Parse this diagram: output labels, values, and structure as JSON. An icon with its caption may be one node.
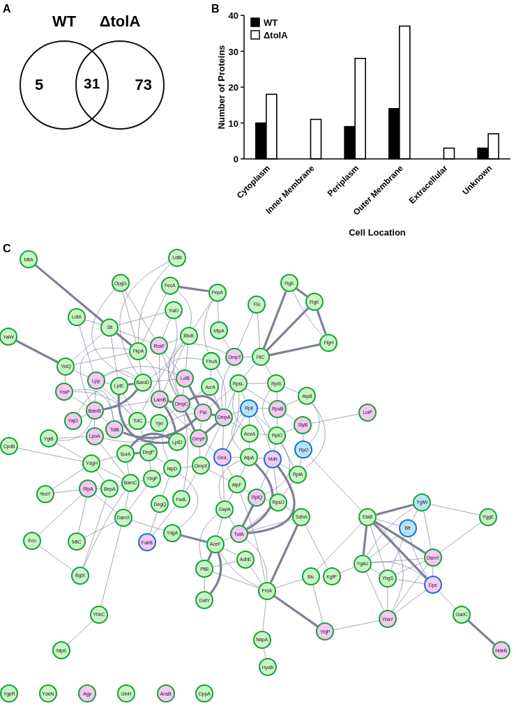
{
  "diagram": {
    "nodes": [
      {
        "text": [
          "WT",
          "5"
        ]
      },
      {
        "text": [
          "ΔtolA",
          "73"
        ]
      },
      {
        "text": [
          "MltA"
        ]
      },
      {
        "text": [
          "LdtB"
        ]
      },
      {
        "text": [
          "OpgG"
        ]
      },
      {
        "text": [
          "FlgE"
        ]
      },
      {
        "text": [
          "FecA"
        ]
      },
      {
        "text": [
          "FepA"
        ]
      },
      {
        "text": [
          "FlgK"
        ]
      },
      {
        "text": [
          "Flu"
        ]
      },
      {
        "text": [
          "YiaD"
        ]
      },
      {
        "text": [
          "LdtA"
        ]
      },
      {
        "text": [
          "Slt"
        ]
      },
      {
        "text": [
          "MipA"
        ]
      },
      {
        "text": [
          "BtuB"
        ]
      },
      {
        "text": [
          "YaiW"
        ]
      },
      {
        "text": [
          "FlgH"
        ]
      },
      {
        "text": [
          "RcsF"
        ]
      },
      {
        "text": [
          "FkpA"
        ]
      },
      {
        "text": [
          "OmpT"
        ]
      },
      {
        "text": [
          "FliC"
        ]
      },
      {
        "text": [
          "FhuA"
        ]
      },
      {
        "text": [
          "YidQ"
        ]
      },
      {
        "text": [
          "LolB"
        ]
      },
      {
        "text": [
          "Lpp"
        ]
      },
      {
        "text": [
          "BamD"
        ]
      },
      {
        "text": [
          "RpsL"
        ]
      },
      {
        "text": [
          "RplS"
        ]
      },
      {
        "text": [
          "LptE"
        ]
      },
      {
        "text": [
          "AcrA"
        ]
      },
      {
        "text": [
          "YraP"
        ]
      },
      {
        "text": [
          "AtpB"
        ]
      },
      {
        "text": [
          "LamB"
        ]
      },
      {
        "text": [
          "OmpC"
        ]
      },
      {
        "text": [
          "RplI"
        ]
      },
      {
        "text": [
          "RpsB"
        ]
      },
      {
        "text": [
          "BamB"
        ]
      },
      {
        "text": [
          "Pal"
        ]
      },
      {
        "text": [
          "LoiP"
        ]
      },
      {
        "text": [
          "OmpA"
        ]
      },
      {
        "text": [
          "YajG"
        ]
      },
      {
        "text": [
          "TolC"
        ]
      },
      {
        "text": [
          "YjeI"
        ]
      },
      {
        "text": [
          "SlyB"
        ]
      },
      {
        "text": [
          "TolB"
        ]
      },
      {
        "text": [
          "AceA"
        ]
      },
      {
        "text": [
          "RplO"
        ]
      },
      {
        "text": [
          "LpoA"
        ]
      },
      {
        "text": [
          "OmpF"
        ]
      },
      {
        "text": [
          "YgiB"
        ]
      },
      {
        "text": [
          "LptD"
        ]
      },
      {
        "text": [
          "CpdB"
        ]
      },
      {
        "text": [
          "RplJ"
        ]
      },
      {
        "text": [
          "DegP"
        ]
      },
      {
        "text": [
          "SurA"
        ]
      },
      {
        "text": [
          "GroL"
        ]
      },
      {
        "text": [
          "AtpA"
        ]
      },
      {
        "text": [
          "Mdh"
        ]
      },
      {
        "text": [
          "YdgH"
        ]
      },
      {
        "text": [
          "OmpX"
        ]
      },
      {
        "text": [
          "NlpD"
        ]
      },
      {
        "text": [
          "RplA"
        ]
      },
      {
        "text": [
          "YbgF"
        ]
      },
      {
        "text": [
          "BamC"
        ]
      },
      {
        "text": [
          "AtpF"
        ]
      },
      {
        "text": [
          "RipA"
        ]
      },
      {
        "text": [
          "BepA"
        ]
      },
      {
        "text": [
          "YeaY"
        ]
      },
      {
        "text": [
          "RplQ"
        ]
      },
      {
        "text": [
          "FadL"
        ]
      },
      {
        "text": [
          "YgiW"
        ]
      },
      {
        "text": [
          "RpsO"
        ]
      },
      {
        "text": [
          "DegQ"
        ]
      },
      {
        "text": [
          "GapA"
        ]
      },
      {
        "text": [
          "SdhA"
        ]
      },
      {
        "text": [
          "ElaB"
        ]
      },
      {
        "text": [
          "YggE"
        ]
      },
      {
        "text": [
          "DamX"
        ]
      },
      {
        "text": [
          "Bfr"
        ]
      },
      {
        "text": [
          "YdgA"
        ]
      },
      {
        "text": [
          "TufA"
        ]
      },
      {
        "text": [
          "Eco"
        ]
      },
      {
        "text": [
          "MliC"
        ]
      },
      {
        "text": [
          "FabB"
        ]
      },
      {
        "text": [
          "AceF"
        ]
      },
      {
        "text": [
          "OsmY"
        ]
      },
      {
        "text": [
          "AdhE"
        ]
      },
      {
        "text": [
          "YgaU"
        ]
      },
      {
        "text": [
          "PflB"
        ]
      },
      {
        "text": [
          "BglX"
        ]
      },
      {
        "text": [
          "Blc"
        ]
      },
      {
        "text": [
          "KgtP"
        ]
      },
      {
        "text": [
          "YbgS"
        ]
      },
      {
        "text": [
          "Dps"
        ]
      },
      {
        "text": [
          "FrdA"
        ]
      },
      {
        "text": [
          "GatY"
        ]
      },
      {
        "text": [
          "YbhC"
        ]
      },
      {
        "text": [
          "GadC"
        ]
      },
      {
        "text": [
          "YbaY"
        ]
      },
      {
        "text": [
          "YbjP"
        ]
      },
      {
        "text": [
          "NapA"
        ]
      },
      {
        "text": [
          "HdeB"
        ]
      },
      {
        "text": [
          "NlpE"
        ]
      },
      {
        "text": [
          "HyaB"
        ]
      },
      {
        "text": [
          "YgeR"
        ]
      },
      {
        "text": [
          "YdeN"
        ]
      },
      {
        "text": [
          "Agp"
        ]
      },
      {
        "text": [
          "GlnH"
        ]
      },
      {
        "text": [
          "AnsB"
        ]
      },
      {
        "text": [
          "DppA"
        ]
      }
    ],
    "edges": [
      {
        "from": 2,
        "to": 12,
        "arrow": "none",
        "style": "thick"
      },
      {
        "from": 11,
        "to": 12,
        "arrow": "none"
      },
      {
        "from": 11,
        "to": 24,
        "arrow": "none"
      },
      {
        "from": 15,
        "to": 22,
        "arrow": "none",
        "style": "thick"
      },
      {
        "from": 22,
        "to": 12,
        "arrow": "none"
      },
      {
        "from": 22,
        "to": 18,
        "arrow": "none"
      },
      {
        "from": 22,
        "to": 30,
        "arrow": "none"
      },
      {
        "from": 22,
        "to": 24,
        "arrow": "none"
      },
      {
        "from": 12,
        "to": 10,
        "arrow": "none"
      },
      {
        "from": 12,
        "to": 18,
        "arrow": "none",
        "style": "thick"
      },
      {
        "from": 12,
        "to": 17,
        "arrow": "none"
      },
      {
        "from": 12,
        "to": 28,
        "arrow": "none"
      },
      {
        "from": 4,
        "to": 18,
        "arrow": "none"
      },
      {
        "from": 4,
        "to": 17,
        "arrow": "none"
      },
      {
        "from": 4,
        "to": 25,
        "arrow": "none"
      },
      {
        "from": 6,
        "to": 7,
        "arrow": "none",
        "style": "thick"
      },
      {
        "from": 6,
        "to": 18,
        "arrow": "none"
      },
      {
        "from": 6,
        "to": 14,
        "arrow": "none"
      },
      {
        "from": 3,
        "to": 25,
        "arrow": "none"
      },
      {
        "from": 3,
        "to": 18,
        "arrow": "none"
      },
      {
        "from": 10,
        "to": 25,
        "arrow": "none"
      },
      {
        "from": 10,
        "to": 17,
        "arrow": "none"
      },
      {
        "from": 14,
        "to": 7,
        "arrow": "none"
      },
      {
        "from": 14,
        "to": 17,
        "arrow": "none"
      },
      {
        "from": 14,
        "to": 41,
        "arrow": "none"
      },
      {
        "from": 14,
        "to": 32,
        "arrow": "none"
      },
      {
        "from": 7,
        "to": 13,
        "arrow": "none"
      },
      {
        "from": 7,
        "to": 21,
        "arrow": "none"
      },
      {
        "from": 9,
        "to": 20,
        "arrow": "none"
      },
      {
        "from": 9,
        "to": 19,
        "arrow": "none"
      },
      {
        "from": 5,
        "to": 8,
        "arrow": "none",
        "style": "thick"
      },
      {
        "from": 5,
        "to": 16,
        "arrow": "none"
      },
      {
        "from": 5,
        "to": 20,
        "arrow": "none",
        "style": "thick"
      },
      {
        "from": 8,
        "to": 16,
        "arrow": "none",
        "style": "thick"
      },
      {
        "from": 8,
        "to": 20,
        "arrow": "none",
        "style": "thick"
      },
      {
        "from": 16,
        "to": 20,
        "arrow": "none",
        "style": "thick"
      },
      {
        "from": 20,
        "to": 26,
        "arrow": "none"
      },
      {
        "from": 20,
        "to": 19,
        "arrow": "none"
      },
      {
        "from": 20,
        "to": 27,
        "arrow": "none"
      },
      {
        "from": 13,
        "to": 19,
        "arrow": "none"
      },
      {
        "from": 51,
        "to": 58,
        "arrow": "none"
      },
      {
        "from": 49,
        "to": 58,
        "arrow": "none"
      },
      {
        "from": 49,
        "to": 47,
        "arrow": "none"
      },
      {
        "from": 49,
        "to": 36,
        "arrow": "none"
      },
      {
        "from": 67,
        "to": 65,
        "arrow": "none"
      },
      {
        "from": 67,
        "to": 58,
        "arrow": "none"
      },
      {
        "from": 81,
        "to": 65,
        "arrow": "none"
      },
      {
        "from": 81,
        "to": 89,
        "arrow": "none"
      },
      {
        "from": 82,
        "to": 77,
        "arrow": "none"
      },
      {
        "from": 82,
        "to": 65,
        "arrow": "none"
      },
      {
        "from": 89,
        "to": 66,
        "arrow": "none"
      },
      {
        "from": 89,
        "to": 63,
        "arrow": "none"
      },
      {
        "from": 96,
        "to": 77,
        "arrow": "none"
      },
      {
        "from": 96,
        "to": 102,
        "arrow": "none"
      },
      {
        "from": 77,
        "to": 79,
        "arrow": "none"
      },
      {
        "from": 77,
        "to": 63,
        "arrow": "none"
      },
      {
        "from": 77,
        "to": 65,
        "arrow": "none"
      },
      {
        "from": 77,
        "to": 62,
        "arrow": "none"
      },
      {
        "from": 83,
        "to": 72,
        "arrow": "none"
      },
      {
        "from": 83,
        "to": 69,
        "arrow": "none"
      },
      {
        "from": 79,
        "to": 60,
        "arrow": "none"
      },
      {
        "from": 79,
        "to": 84,
        "arrow": "none",
        "style": "thick"
      },
      {
        "from": 38,
        "to": 43,
        "arrow": "none"
      },
      {
        "from": 52,
        "to": 75,
        "arrow": "none"
      },
      {
        "from": 74,
        "to": 91,
        "arrow": "none"
      },
      {
        "from": 74,
        "to": 94,
        "arrow": "none",
        "style": "thick"
      },
      {
        "from": 75,
        "to": 87,
        "arrow": "none",
        "style": "thick"
      },
      {
        "from": 75,
        "to": 70,
        "arrow": "none",
        "style": "thick"
      },
      {
        "from": 75,
        "to": 78,
        "arrow": "none"
      },
      {
        "from": 75,
        "to": 85,
        "arrow": "none",
        "style": "thick"
      },
      {
        "from": 75,
        "to": 92,
        "arrow": "none"
      },
      {
        "from": 75,
        "to": 93,
        "arrow": "none",
        "style": "thick"
      },
      {
        "from": 75,
        "to": 98,
        "arrow": "none"
      },
      {
        "from": 75,
        "to": 90,
        "arrow": "none"
      },
      {
        "from": 70,
        "to": 76,
        "arrow": "none"
      },
      {
        "from": 70,
        "to": 78,
        "arrow": "none"
      },
      {
        "from": 70,
        "to": 85,
        "arrow": "none"
      },
      {
        "from": 70,
        "to": 87,
        "arrow": "none"
      },
      {
        "from": 76,
        "to": 85,
        "arrow": "none"
      },
      {
        "from": 78,
        "to": 93,
        "arrow": "none"
      },
      {
        "from": 78,
        "to": 87,
        "arrow": "none"
      },
      {
        "from": 78,
        "to": 92,
        "arrow": "none"
      },
      {
        "from": 85,
        "to": 87,
        "arrow": "none"
      },
      {
        "from": 85,
        "to": 92,
        "arrow": "none"
      },
      {
        "from": 85,
        "to": 93,
        "arrow": "none"
      },
      {
        "from": 85,
        "to": 98,
        "arrow": "none"
      },
      {
        "from": 87,
        "to": 91,
        "arrow": "none"
      },
      {
        "from": 87,
        "to": 92,
        "arrow": "none"
      },
      {
        "from": 87,
        "to": 98,
        "arrow": "none"
      },
      {
        "from": 87,
        "to": 93,
        "arrow": "none"
      },
      {
        "from": 92,
        "to": 93,
        "arrow": "none"
      },
      {
        "from": 92,
        "to": 98,
        "arrow": "none"
      },
      {
        "from": 93,
        "to": 97,
        "arrow": "none"
      },
      {
        "from": 93,
        "to": 98,
        "arrow": "none"
      },
      {
        "from": 97,
        "to": 101,
        "arrow": "none",
        "style": "thick"
      },
      {
        "from": 98,
        "to": 99,
        "arrow": "none"
      },
      {
        "from": 90,
        "to": 94,
        "arrow": "none"
      },
      {
        "from": 90,
        "to": 99,
        "arrow": "none"
      },
      {
        "from": 94,
        "to": 99,
        "arrow": "none",
        "style": "thick"
      },
      {
        "from": 94,
        "to": 100,
        "arrow": "none"
      },
      {
        "from": 94,
        "to": 86,
        "arrow": "none"
      },
      {
        "from": 94,
        "to": 80,
        "arrow": "none"
      },
      {
        "from": 94,
        "to": 88,
        "arrow": "none"
      },
      {
        "from": 94,
        "to": 84,
        "arrow": "none"
      },
      {
        "from": 94,
        "to": 64,
        "arrow": "none"
      },
      {
        "from": 100,
        "to": 103,
        "arrow": "none"
      },
      {
        "from": 88,
        "to": 84,
        "arrow": "none",
        "style": "thick"
      },
      {
        "from": 88,
        "to": 86,
        "arrow": "none"
      },
      {
        "from": 88,
        "to": 95,
        "arrow": "none"
      },
      {
        "from": 88,
        "to": 73,
        "arrow": "none"
      },
      {
        "from": 95,
        "to": 84,
        "arrow": "none",
        "style": "thick"
      },
      {
        "from": 84,
        "to": 86,
        "arrow": "none"
      },
      {
        "from": 84,
        "to": 73,
        "arrow": "none"
      },
      {
        "from": 84,
        "to": 80,
        "arrow": "none"
      },
      {
        "from": 73,
        "to": 80,
        "arrow": "none"
      },
      {
        "from": 73,
        "to": 64,
        "arrow": "none"
      },
      {
        "from": 80,
        "to": 68,
        "arrow": "none",
        "style": "thick"
      },
      {
        "from": 80,
        "to": 56,
        "arrow": "none",
        "style": "thick"
      },
      {
        "from": 80,
        "to": 57,
        "arrow": "none",
        "style": "thick"
      },
      {
        "from": 80,
        "to": 71,
        "arrow": "none"
      },
      {
        "from": 80,
        "to": 74,
        "arrow": "none"
      },
      {
        "from": 24,
        "to": 28,
        "arrow": "none"
      },
      {
        "from": 24,
        "to": 36,
        "arrow": "none"
      },
      {
        "from": 24,
        "to": 25,
        "arrow": "none"
      },
      {
        "from": 24,
        "to": 41,
        "arrow": "none"
      },
      {
        "from": 24,
        "to": 23,
        "arrow": "none"
      },
      {
        "from": 28,
        "to": 25,
        "arrow": "none",
        "style": "thick"
      },
      {
        "from": 28,
        "to": 50,
        "arrow": "none",
        "style": "thick"
      },
      {
        "from": 28,
        "to": 41,
        "arrow": "none"
      },
      {
        "from": 25,
        "to": 36,
        "arrow": "none",
        "style": "thick"
      },
      {
        "from": 25,
        "to": 23,
        "arrow": "none"
      },
      {
        "from": 23,
        "to": 37,
        "arrow": "none",
        "style": "thick"
      },
      {
        "from": 23,
        "to": 33,
        "arrow": "none"
      },
      {
        "from": 30,
        "to": 36,
        "arrow": "none"
      },
      {
        "from": 30,
        "to": 41,
        "arrow": "none"
      },
      {
        "from": 30,
        "to": 44,
        "arrow": "none"
      },
      {
        "from": 36,
        "to": 32,
        "arrow": "none"
      },
      {
        "from": 36,
        "to": 44,
        "arrow": "none"
      },
      {
        "from": 36,
        "to": 47,
        "arrow": "none"
      },
      {
        "from": 40,
        "to": 44,
        "arrow": "none"
      },
      {
        "from": 40,
        "to": 36,
        "arrow": "none"
      },
      {
        "from": 44,
        "to": 37,
        "arrow": "none",
        "style": "thick"
      },
      {
        "from": 44,
        "to": 41,
        "arrow": "none"
      },
      {
        "from": 41,
        "to": 42,
        "arrow": "none"
      },
      {
        "from": 41,
        "to": 53,
        "arrow": "none"
      },
      {
        "from": 42,
        "to": 53,
        "arrow": "none"
      },
      {
        "from": 42,
        "to": 33,
        "arrow": "none"
      },
      {
        "from": 42,
        "to": 50,
        "arrow": "none"
      },
      {
        "from": 47,
        "to": 63,
        "arrow": "none"
      },
      {
        "from": 47,
        "to": 37,
        "arrow": "none"
      },
      {
        "from": 50,
        "to": 32,
        "arrow": "none",
        "style": "thick"
      },
      {
        "from": 50,
        "to": 54,
        "arrow": "none",
        "style": "thick"
      },
      {
        "from": 32,
        "to": 33,
        "arrow": "none",
        "style": "thick"
      },
      {
        "from": 32,
        "to": 48,
        "arrow": "none"
      },
      {
        "from": 33,
        "to": 48,
        "arrow": "none",
        "style": "thick"
      },
      {
        "from": 33,
        "to": 37,
        "arrow": "none"
      },
      {
        "from": 33,
        "to": 39,
        "arrow": "none",
        "style": "thick"
      },
      {
        "from": 37,
        "to": 39,
        "arrow": "none",
        "style": "thick"
      },
      {
        "from": 37,
        "to": 48,
        "arrow": "none"
      },
      {
        "from": 48,
        "to": 39,
        "arrow": "none",
        "style": "thick"
      },
      {
        "from": 48,
        "to": 59,
        "arrow": "none"
      },
      {
        "from": 39,
        "to": 59,
        "arrow": "none"
      },
      {
        "from": 39,
        "to": 55,
        "arrow": "none"
      },
      {
        "from": 53,
        "to": 54,
        "arrow": "none",
        "style": "thick"
      },
      {
        "from": 53,
        "to": 62,
        "arrow": "none"
      },
      {
        "from": 53,
        "to": 60,
        "arrow": "none"
      },
      {
        "from": 54,
        "to": 63,
        "arrow": "none"
      },
      {
        "from": 58,
        "to": 54,
        "arrow": "none"
      },
      {
        "from": 58,
        "to": 63,
        "arrow": "none"
      },
      {
        "from": 58,
        "to": 66,
        "arrow": "none"
      },
      {
        "from": 65,
        "to": 66,
        "arrow": "none"
      },
      {
        "from": 66,
        "to": 63,
        "arrow": "none"
      },
      {
        "from": 63,
        "to": 62,
        "arrow": "none"
      },
      {
        "from": 62,
        "to": 60,
        "arrow": "none"
      },
      {
        "from": 60,
        "to": 59,
        "arrow": "none"
      },
      {
        "from": 60,
        "to": 37,
        "arrow": "none"
      },
      {
        "from": 69,
        "to": 59,
        "arrow": "none"
      },
      {
        "from": 69,
        "to": 33,
        "arrow": "none"
      },
      {
        "from": 72,
        "to": 60,
        "arrow": "none"
      },
      {
        "from": 18,
        "to": 25,
        "arrow": "none"
      },
      {
        "from": 18,
        "to": 32,
        "arrow": "none"
      },
      {
        "from": 18,
        "to": 36,
        "arrow": "none"
      },
      {
        "from": 17,
        "to": 32,
        "arrow": "none"
      },
      {
        "from": 17,
        "to": 23,
        "arrow": "none"
      },
      {
        "from": 17,
        "to": 33,
        "arrow": "none"
      },
      {
        "from": 14,
        "to": 23,
        "arrow": "none"
      },
      {
        "from": 14,
        "to": 33,
        "arrow": "none"
      },
      {
        "from": 21,
        "to": 33,
        "arrow": "none"
      },
      {
        "from": 21,
        "to": 39,
        "arrow": "none"
      },
      {
        "from": 21,
        "to": 29,
        "arrow": "none"
      },
      {
        "from": 29,
        "to": 39,
        "arrow": "none"
      },
      {
        "from": 29,
        "to": 33,
        "arrow": "none"
      },
      {
        "from": 19,
        "to": 39,
        "arrow": "none"
      },
      {
        "from": 19,
        "to": 33,
        "arrow": "none"
      },
      {
        "from": 26,
        "to": 34,
        "arrow": "none"
      },
      {
        "from": 26,
        "to": 45,
        "arrow": "none"
      },
      {
        "from": 26,
        "to": 39,
        "arrow": "none"
      },
      {
        "from": 26,
        "to": 27,
        "arrow": "none"
      },
      {
        "from": 26,
        "to": 35,
        "arrow": "none"
      },
      {
        "from": 26,
        "to": 55,
        "arrow": "none"
      },
      {
        "from": 27,
        "to": 35,
        "arrow": "none"
      },
      {
        "from": 27,
        "to": 31,
        "arrow": "none"
      },
      {
        "from": 27,
        "to": 46,
        "arrow": "none"
      },
      {
        "from": 34,
        "to": 35,
        "arrow": "none"
      },
      {
        "from": 34,
        "to": 45,
        "arrow": "none"
      },
      {
        "from": 34,
        "to": 46,
        "arrow": "none"
      },
      {
        "from": 34,
        "to": 56,
        "arrow": "none"
      },
      {
        "from": 34,
        "to": 57,
        "arrow": "none"
      },
      {
        "from": 34,
        "to": 55,
        "arrow": "none"
      },
      {
        "from": 35,
        "to": 46,
        "arrow": "none"
      },
      {
        "from": 35,
        "to": 43,
        "arrow": "none"
      },
      {
        "from": 35,
        "to": 31,
        "arrow": "none"
      },
      {
        "from": 45,
        "to": 56,
        "arrow": "none"
      },
      {
        "from": 45,
        "to": 46,
        "arrow": "none"
      },
      {
        "from": 46,
        "to": 57,
        "arrow": "none"
      },
      {
        "from": 46,
        "to": 61,
        "arrow": "none"
      },
      {
        "from": 46,
        "to": 68,
        "arrow": "none"
      },
      {
        "from": 43,
        "to": 52,
        "arrow": "none"
      },
      {
        "from": 43,
        "to": 46,
        "arrow": "none"
      },
      {
        "from": 31,
        "to": 52,
        "arrow": "none"
      },
      {
        "from": 31,
        "to": 61,
        "arrow": "none"
      },
      {
        "from": 52,
        "to": 61,
        "arrow": "none"
      },
      {
        "from": 55,
        "to": 56,
        "arrow": "none"
      },
      {
        "from": 56,
        "to": 57,
        "arrow": "none"
      },
      {
        "from": 56,
        "to": 64,
        "arrow": "none"
      },
      {
        "from": 57,
        "to": 61,
        "arrow": "none"
      },
      {
        "from": 57,
        "to": 68,
        "arrow": "none"
      },
      {
        "from": 57,
        "to": 71,
        "arrow": "none"
      },
      {
        "from": 64,
        "to": 68,
        "arrow": "none"
      },
      {
        "from": 68,
        "to": 71,
        "arrow": "none"
      },
      {
        "from": 61,
        "to": 71,
        "arrow": "none"
      },
      {
        "from": 71,
        "to": 74,
        "arrow": "none"
      },
      {
        "from": 55,
        "to": 64,
        "arrow": "none"
      },
      {
        "from": 55,
        "to": 73,
        "arrow": "none"
      },
      {
        "from": 39,
        "to": 34,
        "arrow": "none"
      },
      {
        "from": 39,
        "to": 45,
        "arrow": "none"
      },
      {
        "from": 59,
        "to": 64,
        "arrow": "none"
      },
      {
        "from": 48,
        "to": 55,
        "arrow": "none"
      },
      {
        "from": 37,
        "to": 26,
        "arrow": "none"
      },
      {
        "from": 73,
        "to": 56,
        "arrow": "none"
      }
    ],
    "labels": [
      "A",
      "31",
      "B",
      "C"
    ],
    "chart_data": {
      "type": "bar",
      "xlabel": "Cell Location",
      "ylabel": "Number of Proteins",
      "categories": [
        "Cytoplasm",
        "Inner Membrane",
        "Periplasm",
        "Outer Membrane",
        "Extracellular",
        "Unknown"
      ],
      "series": [
        {
          "color": "#000000",
          "values": [
            10,
            0,
            9,
            14,
            0,
            3
          ]
        },
        {
          "color": "#ffffff",
          "values": [
            18,
            11,
            28,
            37,
            3,
            7
          ]
        }
      ],
      "ylim": [
        0,
        40
      ],
      "yticks": [
        0,
        10,
        20,
        30,
        40
      ]
    },
    "legend": [
      {
        "text": "WT",
        "color": "#000000"
      },
      {
        "text": "ΔtolA",
        "color": "#ffffff"
      }
    ]
  }
}
